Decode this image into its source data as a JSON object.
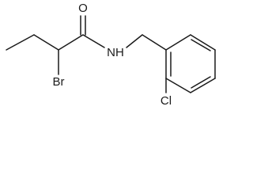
{
  "molecule": {
    "atoms": {
      "oxygen": "O",
      "nitrogen_hydrogen": "NH",
      "bromine": "Br",
      "chlorine": "Cl"
    },
    "colors": {
      "bonds": "#1a1a1a",
      "labels": "#1a1a1a",
      "background": "#ffffff"
    }
  }
}
